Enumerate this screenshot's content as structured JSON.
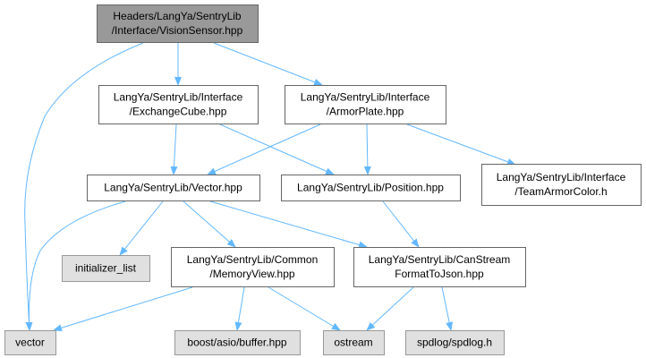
{
  "colors": {
    "root_fill": "#999999",
    "node_fill": "#ffffff",
    "external_fill": "#e0e0e0",
    "border_dark": "#666666",
    "border_light": "#999999",
    "edge": "#63b8ff"
  },
  "nodes": [
    {
      "id": "vision",
      "kind": "root",
      "lines": [
        "Headers/LangYa/SentryLib",
        "/Interface/VisionSensor.hpp"
      ]
    },
    {
      "id": "exchange",
      "kind": "node",
      "lines": [
        "LangYa/SentryLib/Interface",
        "/ExchangeCube.hpp"
      ]
    },
    {
      "id": "armor",
      "kind": "node",
      "lines": [
        "LangYa/SentryLib/Interface",
        "/ArmorPlate.hpp"
      ]
    },
    {
      "id": "vectorhpp",
      "kind": "node",
      "lines": [
        "LangYa/SentryLib/Vector.hpp"
      ]
    },
    {
      "id": "position",
      "kind": "node",
      "lines": [
        "LangYa/SentryLib/Position.hpp"
      ]
    },
    {
      "id": "teamcolor",
      "kind": "node",
      "lines": [
        "LangYa/SentryLib/Interface",
        "/TeamArmorColor.h"
      ]
    },
    {
      "id": "initlist",
      "kind": "external",
      "lines": [
        "initializer_list"
      ]
    },
    {
      "id": "memview",
      "kind": "node",
      "lines": [
        "LangYa/SentryLib/Common",
        "/MemoryView.hpp"
      ]
    },
    {
      "id": "canstream",
      "kind": "node",
      "lines": [
        "LangYa/SentryLib/CanStream",
        "FormatToJson.hpp"
      ]
    },
    {
      "id": "vector",
      "kind": "external",
      "lines": [
        "vector"
      ]
    },
    {
      "id": "boost",
      "kind": "external",
      "lines": [
        "boost/asio/buffer.hpp"
      ]
    },
    {
      "id": "ostream",
      "kind": "external",
      "lines": [
        "ostream"
      ]
    },
    {
      "id": "spdlog",
      "kind": "external",
      "lines": [
        "spdlog/spdlog.h"
      ]
    }
  ],
  "edges": [
    {
      "from": "vision",
      "to": "exchange"
    },
    {
      "from": "vision",
      "to": "armor"
    },
    {
      "from": "vision",
      "to": "vector"
    },
    {
      "from": "exchange",
      "to": "vectorhpp"
    },
    {
      "from": "exchange",
      "to": "position"
    },
    {
      "from": "armor",
      "to": "vectorhpp"
    },
    {
      "from": "armor",
      "to": "position"
    },
    {
      "from": "armor",
      "to": "teamcolor"
    },
    {
      "from": "vectorhpp",
      "to": "initlist"
    },
    {
      "from": "vectorhpp",
      "to": "memview"
    },
    {
      "from": "vectorhpp",
      "to": "canstream"
    },
    {
      "from": "vectorhpp",
      "to": "vector"
    },
    {
      "from": "position",
      "to": "canstream"
    },
    {
      "from": "memview",
      "to": "vector"
    },
    {
      "from": "memview",
      "to": "boost"
    },
    {
      "from": "memview",
      "to": "ostream"
    },
    {
      "from": "canstream",
      "to": "ostream"
    },
    {
      "from": "canstream",
      "to": "spdlog"
    }
  ]
}
